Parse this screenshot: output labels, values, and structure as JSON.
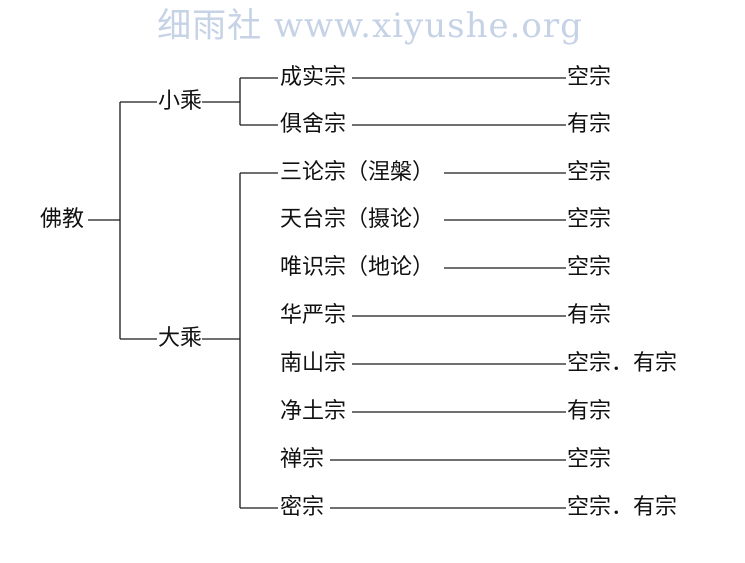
{
  "watermark": "细雨社 www.xiyushe.org",
  "root": "佛教",
  "branches": [
    {
      "label": "小乘",
      "schools": [
        {
          "name": "成实宗",
          "type": "空宗"
        },
        {
          "name": "俱舍宗",
          "type": "有宗"
        }
      ]
    },
    {
      "label": "大乘",
      "schools": [
        {
          "name": "三论宗（涅槃）",
          "type": "空宗"
        },
        {
          "name": "天台宗（摄论）",
          "type": "空宗"
        },
        {
          "name": "唯识宗（地论）",
          "type": "空宗"
        },
        {
          "name": "华严宗",
          "type": "有宗"
        },
        {
          "name": "南山宗",
          "type": "空宗．有宗"
        },
        {
          "name": "净土宗",
          "type": "有宗"
        },
        {
          "name": "禅宗",
          "type": "空宗"
        },
        {
          "name": "密宗",
          "type": "空宗．有宗"
        }
      ]
    }
  ]
}
